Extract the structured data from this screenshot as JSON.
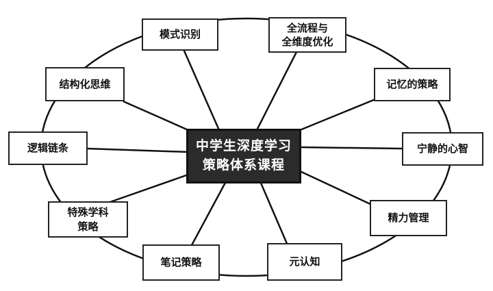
{
  "diagram": {
    "center": "中学生深度学习\n策略体系课程",
    "nodes": [
      {
        "key": "pattern",
        "label": "模式识别"
      },
      {
        "key": "optimize",
        "label": "全流程与\n全维度优化"
      },
      {
        "key": "structured",
        "label": "结构化思维"
      },
      {
        "key": "memory",
        "label": "记忆的策略"
      },
      {
        "key": "logic",
        "label": "逻辑链条"
      },
      {
        "key": "calm",
        "label": "宁静的心智"
      },
      {
        "key": "subject",
        "label": "特殊学科\n策略"
      },
      {
        "key": "energy",
        "label": "精力管理"
      },
      {
        "key": "notes",
        "label": "笔记策略"
      },
      {
        "key": "meta",
        "label": "元认知"
      }
    ]
  }
}
